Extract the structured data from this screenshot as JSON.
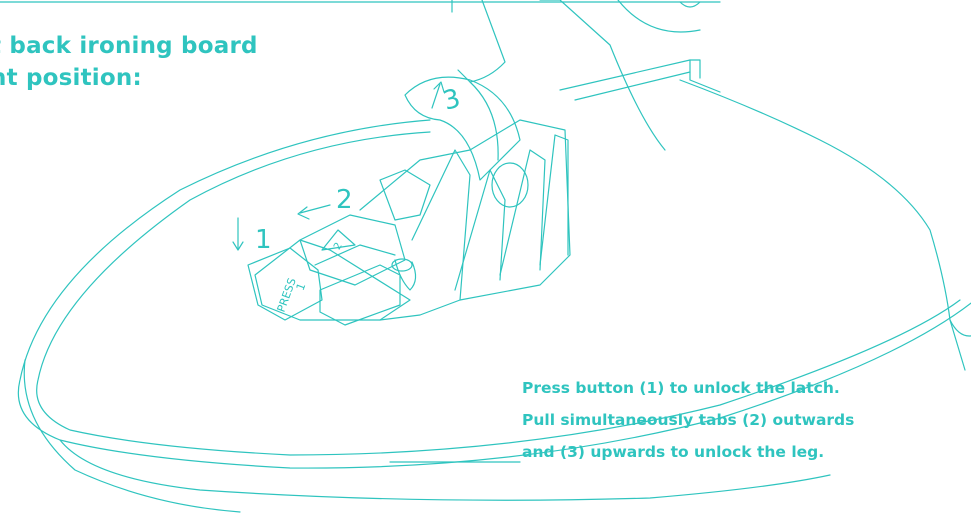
{
  "colors": {
    "accent": "#2fc4bf",
    "background": "#ffffff"
  },
  "heading": {
    "line1": "t back ironing board",
    "line2": "nt position:"
  },
  "callouts": {
    "step1": "1",
    "step2": "2",
    "step3": "3",
    "press_label": "PRESS",
    "button_number": "1",
    "tab_number": "2"
  },
  "instructions": {
    "line1": "Press button (1) to unlock the latch.",
    "line2": "Pull simultaneously tabs (2) outwards",
    "line3": "and (3) upwards to unlock the leg."
  }
}
